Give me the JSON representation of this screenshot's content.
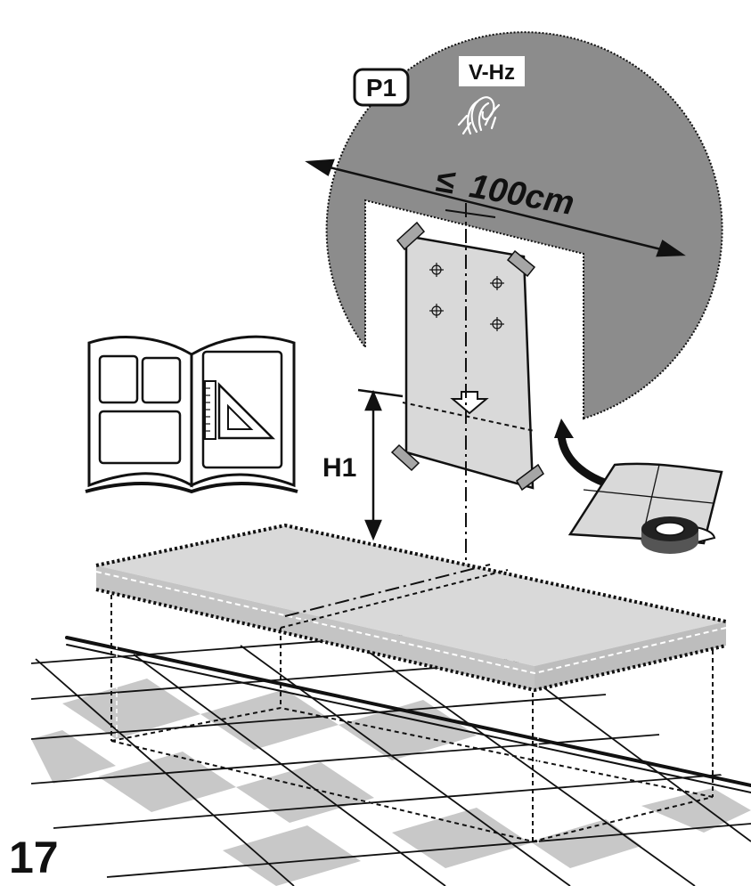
{
  "step_number": "17",
  "labels": {
    "zone": "P1",
    "power": "V-Hz",
    "max_distance": "100cm",
    "height": "H1"
  },
  "icons": {
    "leq": "less-than-or-equal-icon",
    "cable": "cable-bundle-icon",
    "manual": "instruction-manual-icon",
    "tape": "adhesive-tape-icon",
    "arrow": "curved-arrow-icon",
    "template": "paper-template-icon",
    "cooktop": "cooktop-icon"
  },
  "colors": {
    "wall_zone": "#8c8c8c",
    "template_fill": "#d9d9d9",
    "worktop": "#d4d4d4",
    "tile_dark": "#c8c8c8",
    "line": "#111111"
  }
}
